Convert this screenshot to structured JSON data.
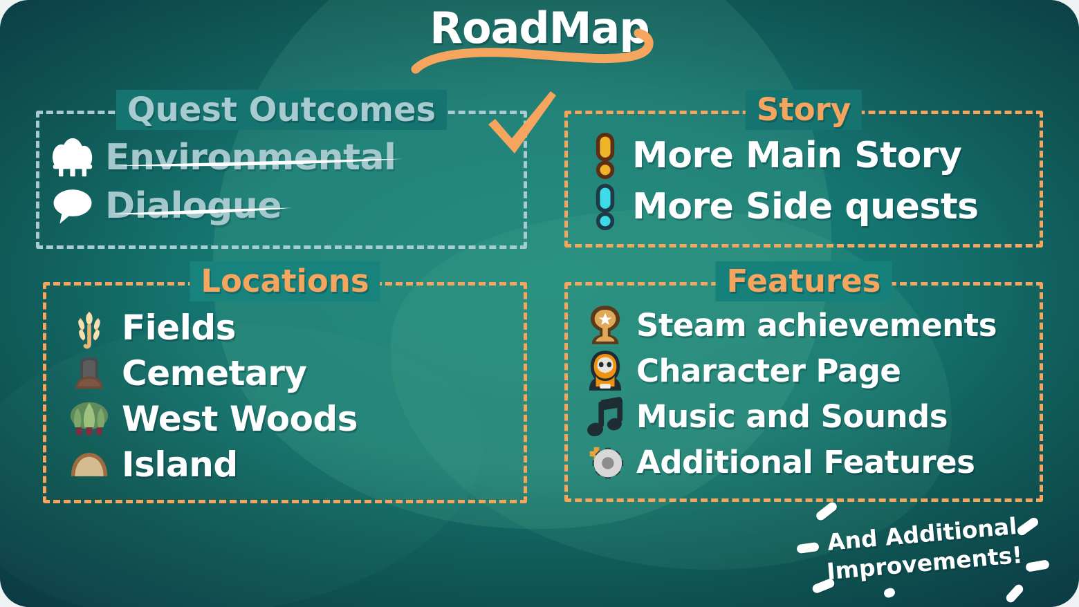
{
  "header": {
    "title": "RoadMap",
    "swoosh_color": "#f5a55e"
  },
  "theme": {
    "background_teal": "#15746f",
    "background_dark": "#0c3d4a",
    "accent_orange": "#f5a55e",
    "muted_blue": "#a7cbd0",
    "text_white": "#ffffff"
  },
  "panels": {
    "quest": {
      "title": "Quest Outcomes",
      "title_color": "#a7cbd0",
      "border_color": "#a7cbd0",
      "completed": true,
      "check_icon": "check-icon",
      "items": [
        {
          "label": "Environmental",
          "icon": "trees-icon",
          "struck": true
        },
        {
          "label": "Dialogue",
          "icon": "speech-bubble-icon",
          "struck": true
        }
      ]
    },
    "story": {
      "title": "Story",
      "title_color": "#f5a55e",
      "border_color": "#f5a55e",
      "items": [
        {
          "label": "More Main Story",
          "icon": "exclamation-gold-icon"
        },
        {
          "label": "More Side quests",
          "icon": "exclamation-cyan-icon"
        }
      ]
    },
    "locations": {
      "title": "Locations",
      "title_color": "#f5a55e",
      "border_color": "#f5a55e",
      "items": [
        {
          "label": "Fields",
          "icon": "wheat-icon"
        },
        {
          "label": "Cemetary",
          "icon": "gravestone-icon"
        },
        {
          "label": "West Woods",
          "icon": "forest-icon"
        },
        {
          "label": "Island",
          "icon": "island-icon"
        }
      ]
    },
    "features": {
      "title": "Features",
      "title_color": "#f5a55e",
      "border_color": "#f5a55e",
      "items": [
        {
          "label": "Steam achievements",
          "icon": "trophy-icon"
        },
        {
          "label": "Character Page",
          "icon": "character-portrait-icon"
        },
        {
          "label": "Music and Sounds",
          "icon": "music-note-icon"
        },
        {
          "label": "Additional Features",
          "icon": "gear-plus-icon"
        }
      ]
    }
  },
  "footer": {
    "line1": "And Additional",
    "line2": "Improvements!"
  }
}
